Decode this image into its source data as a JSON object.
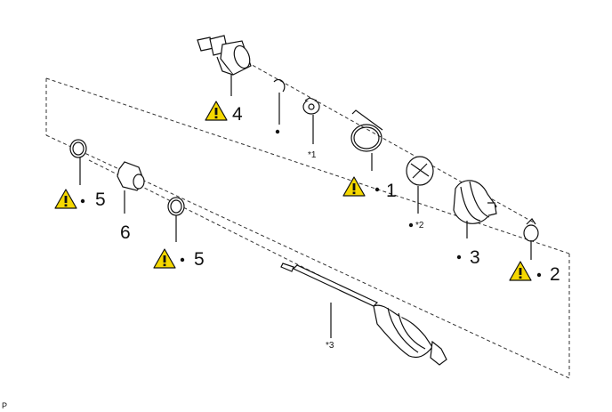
{
  "diagram": {
    "parts": [
      {
        "ref": "4"
      },
      {
        "ref": "1"
      },
      {
        "ref": "3"
      },
      {
        "ref": "2"
      },
      {
        "ref": "5"
      },
      {
        "ref": "6"
      },
      {
        "ref": "5"
      }
    ],
    "notes": [
      "*1",
      "*2",
      "*3"
    ],
    "footer": "P"
  },
  "colors": {
    "line": "#111111",
    "warning": "#f5d800"
  },
  "icons": [
    "warning-icon",
    "dot-marker"
  ]
}
